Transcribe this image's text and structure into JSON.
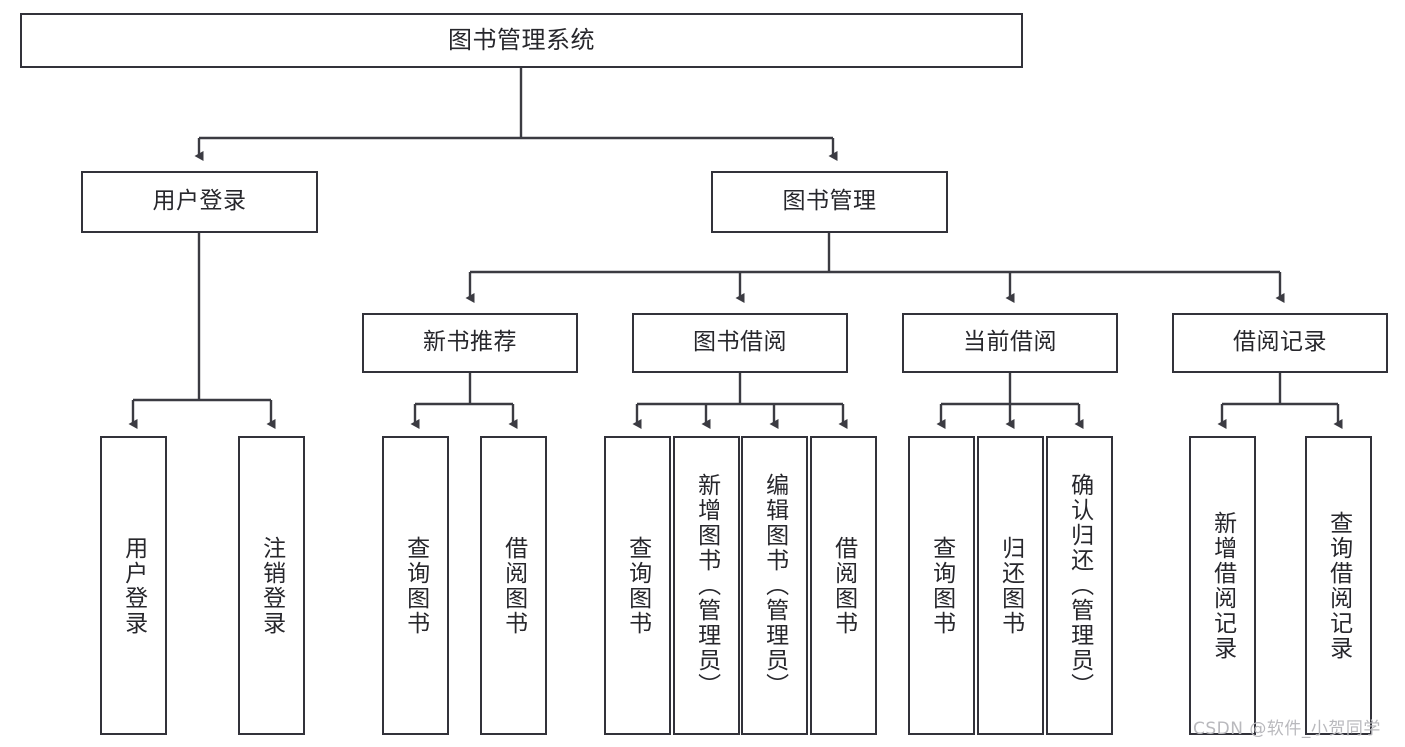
{
  "diagram": {
    "title": "图书管理系统",
    "type": "tree-hierarchy",
    "colors": {
      "box_border": "#32323a",
      "box_fill": "#ffffff",
      "edge": "#3b3b42",
      "text": "#27272c",
      "watermark": "#b9b9bd",
      "background": "#ffffff"
    },
    "watermark": "CSDN @软件_小贺同学",
    "nodes": {
      "root": {
        "label": "图书管理系统"
      },
      "level2": [
        {
          "id": "user-login",
          "label": "用户登录"
        },
        {
          "id": "book-manage",
          "label": "图书管理"
        }
      ],
      "level3": [
        {
          "id": "new-book-rec",
          "label": "新书推荐"
        },
        {
          "id": "book-borrow",
          "label": "图书借阅"
        },
        {
          "id": "current-borrow",
          "label": "当前借阅"
        },
        {
          "id": "borrow-record",
          "label": "借阅记录"
        }
      ],
      "leaves": {
        "user-login": [
          {
            "id": "leaf-user-login",
            "label": "用户登录"
          },
          {
            "id": "leaf-logout",
            "label": "注销登录"
          }
        ],
        "new-book-rec": [
          {
            "id": "leaf-query-book-1",
            "label": "查询图书"
          },
          {
            "id": "leaf-borrow-book-1",
            "label": "借阅图书"
          }
        ],
        "book-borrow": [
          {
            "id": "leaf-query-book-2",
            "label": "查询图书"
          },
          {
            "id": "leaf-add-book",
            "label": "新增图书（管理员）"
          },
          {
            "id": "leaf-edit-book",
            "label": "编辑图书（管理员）"
          },
          {
            "id": "leaf-borrow-book-2",
            "label": "借阅图书"
          }
        ],
        "current-borrow": [
          {
            "id": "leaf-query-book-3",
            "label": "查询图书"
          },
          {
            "id": "leaf-return-book",
            "label": "归还图书"
          },
          {
            "id": "leaf-confirm-return",
            "label": "确认归还（管理员）"
          }
        ],
        "borrow-record": [
          {
            "id": "leaf-add-record",
            "label": "新增借阅记录"
          },
          {
            "id": "leaf-query-record",
            "label": "查询借阅记录"
          }
        ]
      }
    }
  }
}
